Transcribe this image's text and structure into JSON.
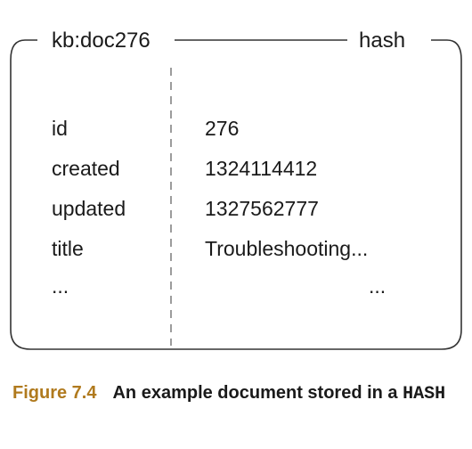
{
  "diagram": {
    "key_name": "kb:doc276",
    "type_label": "hash",
    "rows": [
      {
        "field": "id",
        "value": "276"
      },
      {
        "field": "created",
        "value": "1324114412"
      },
      {
        "field": "updated",
        "value": "1327562777"
      },
      {
        "field": "title",
        "value": "Troubleshooting..."
      }
    ],
    "ellipsis_field": "...",
    "ellipsis_value": "...",
    "colors": {
      "frame": "#333333",
      "divider": "#666666",
      "caption_accent": "#b07a1e"
    }
  },
  "caption": {
    "figure_number": "Figure 7.4",
    "text_before": "An example document stored in a",
    "code_word": "HASH"
  }
}
